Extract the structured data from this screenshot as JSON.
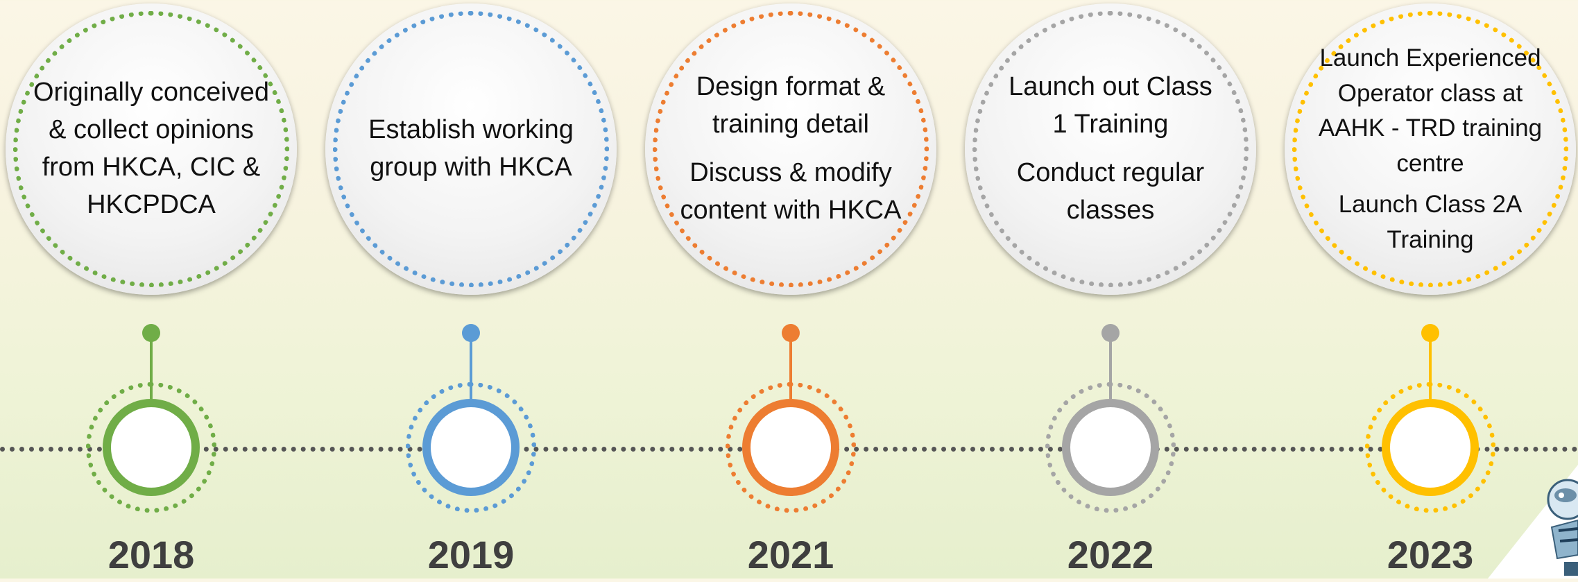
{
  "milestones": [
    {
      "year": "2018",
      "color": "#70ad47",
      "paragraphs": [
        "Originally conceived & collect opinions from HKCA, CIC & HKCPDCA"
      ]
    },
    {
      "year": "2019",
      "color": "#5b9bd5",
      "paragraphs": [
        "Establish working group with HKCA"
      ]
    },
    {
      "year": "2021",
      "color": "#ed7d31",
      "paragraphs": [
        "Design format & training detail",
        "Discuss & modify content with HKCA"
      ]
    },
    {
      "year": "2022",
      "color": "#a5a5a5",
      "paragraphs": [
        "Launch out Class 1 Training",
        "Conduct regular classes"
      ]
    },
    {
      "year": "2023",
      "color": "#ffc000",
      "paragraphs": [
        "Launch Experienced Operator class at AAHK - TRD training centre",
        "Launch Class 2A Training"
      ]
    }
  ],
  "timeline_line_color": "#555555",
  "corner_decoration": "mascot-illustration-partial"
}
